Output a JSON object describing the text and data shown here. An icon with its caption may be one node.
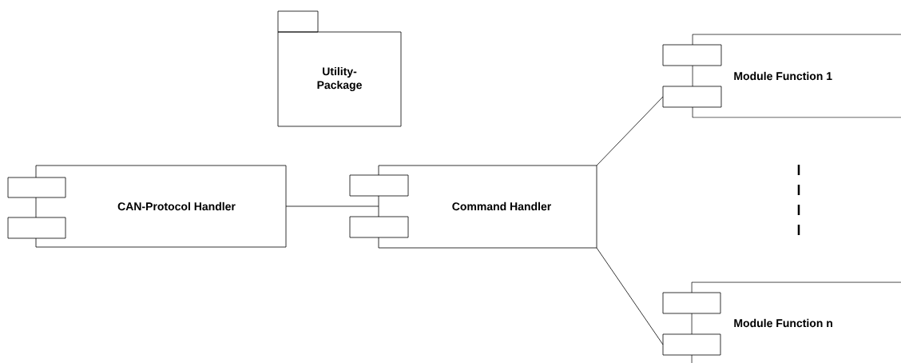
{
  "diagram": {
    "nodes": [
      {
        "text": [
          "Utility- Package"
        ]
      },
      {
        "text": [
          "CAN-Protocol Handler"
        ]
      },
      {
        "text": [
          "Command Handler"
        ]
      },
      {
        "text": [
          "Module Function 1"
        ]
      },
      {
        "text": [
          "Module Function n"
        ]
      }
    ],
    "edges": [
      {
        "from": 1,
        "to": 2,
        "arrow": "none"
      },
      {
        "from": 2,
        "to": 3,
        "arrow": "none"
      },
      {
        "from": 2,
        "to": 4,
        "arrow": "none"
      }
    ]
  }
}
